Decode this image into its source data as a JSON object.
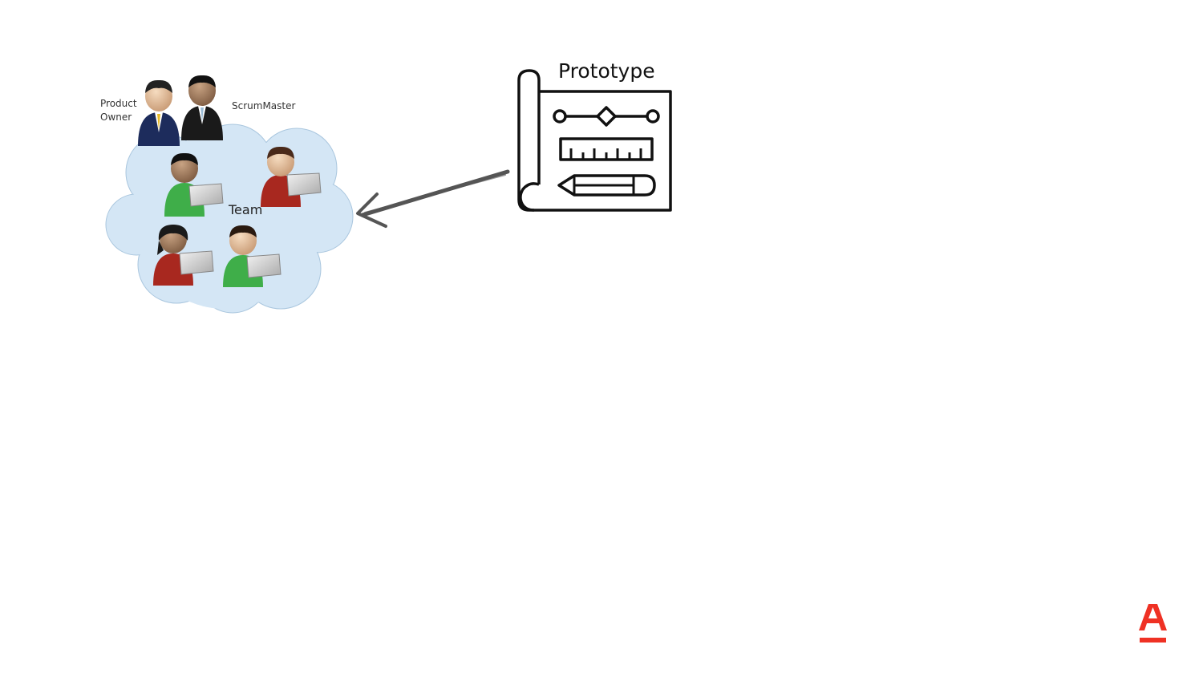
{
  "roles": {
    "product_owner_line1": "Product",
    "product_owner_line2": "Owner",
    "scrum_master": "ScrumMaster",
    "team": "Team"
  },
  "prototype": {
    "label": "Prototype"
  },
  "colors": {
    "cloud_fill": "#d4e6f5",
    "cloud_stroke": "#a9c6de",
    "arrow": "#555555",
    "brand_red": "#ef3124",
    "shirt_green": "#3fae49",
    "shirt_red": "#a8281f",
    "suit_navy": "#1d2c5c",
    "suit_black": "#1a1a1a"
  },
  "icons": [
    "person-icon",
    "laptop-icon",
    "blueprint-icon",
    "ruler-icon",
    "pencil-icon",
    "arrow-icon",
    "brand-logo"
  ]
}
